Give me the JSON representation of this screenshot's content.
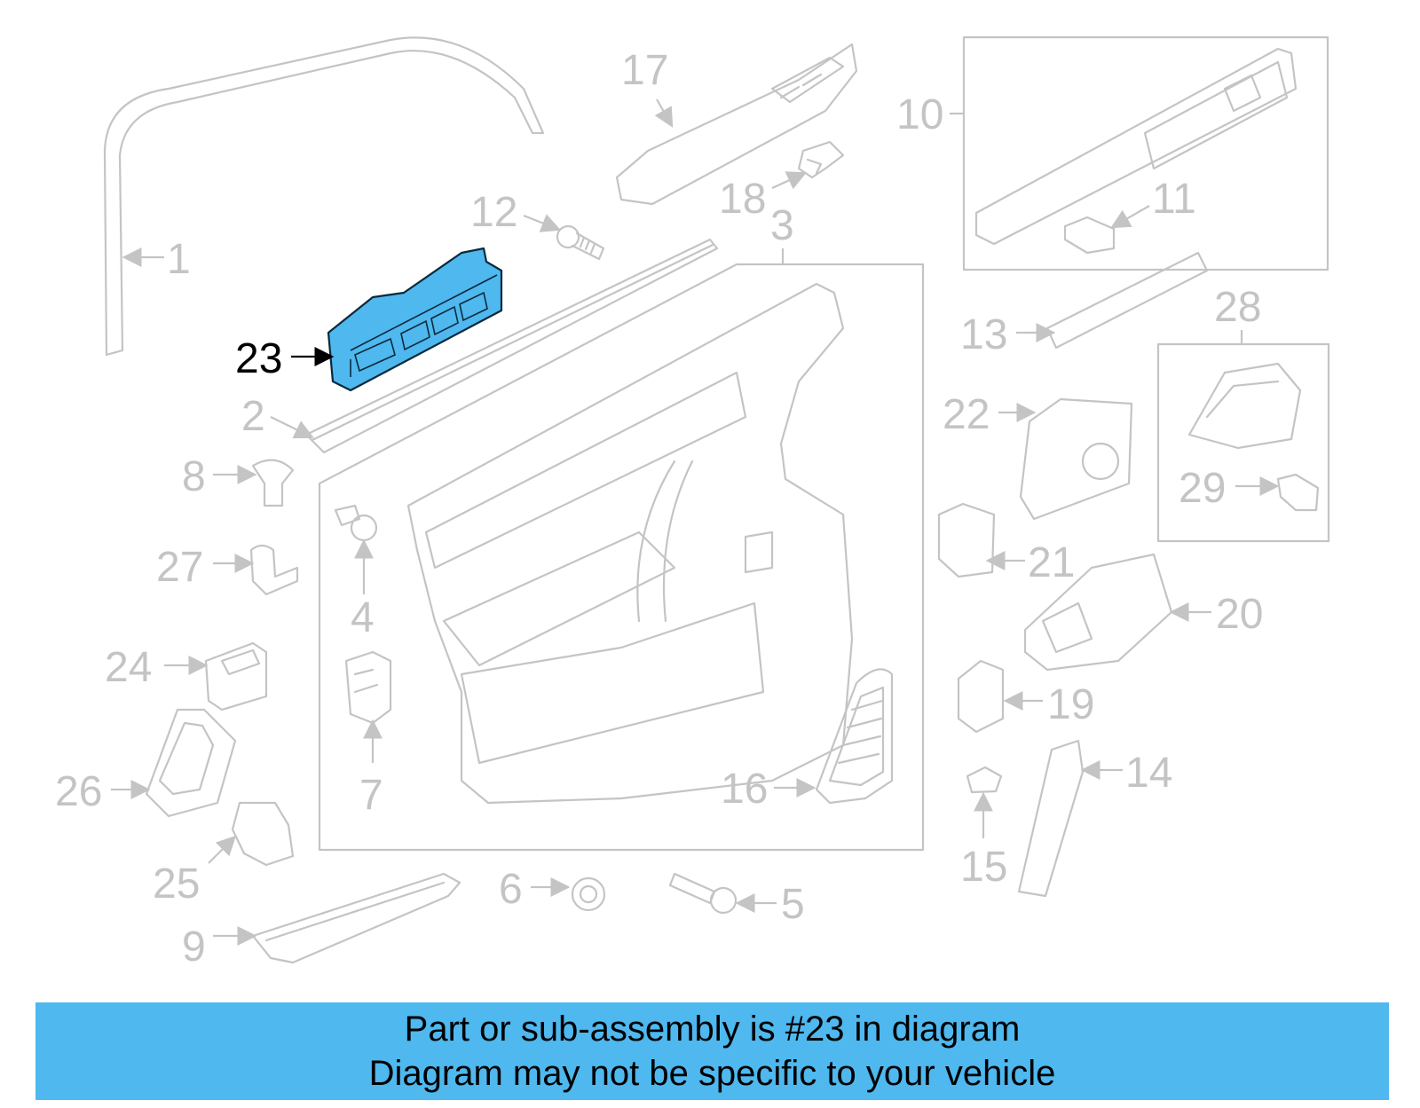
{
  "diagram": {
    "highlight_color": "#4eb8ef",
    "highlighted_part": "23",
    "callouts": [
      "1",
      "2",
      "3",
      "4",
      "5",
      "6",
      "7",
      "8",
      "9",
      "10",
      "11",
      "12",
      "13",
      "14",
      "15",
      "16",
      "17",
      "18",
      "19",
      "20",
      "21",
      "22",
      "23",
      "24",
      "25",
      "26",
      "27",
      "28",
      "29"
    ]
  },
  "banner": {
    "line1": "Part or sub-assembly is #23 in diagram",
    "line2": "Diagram may not be specific to your vehicle",
    "background": "#4eb8ef"
  }
}
